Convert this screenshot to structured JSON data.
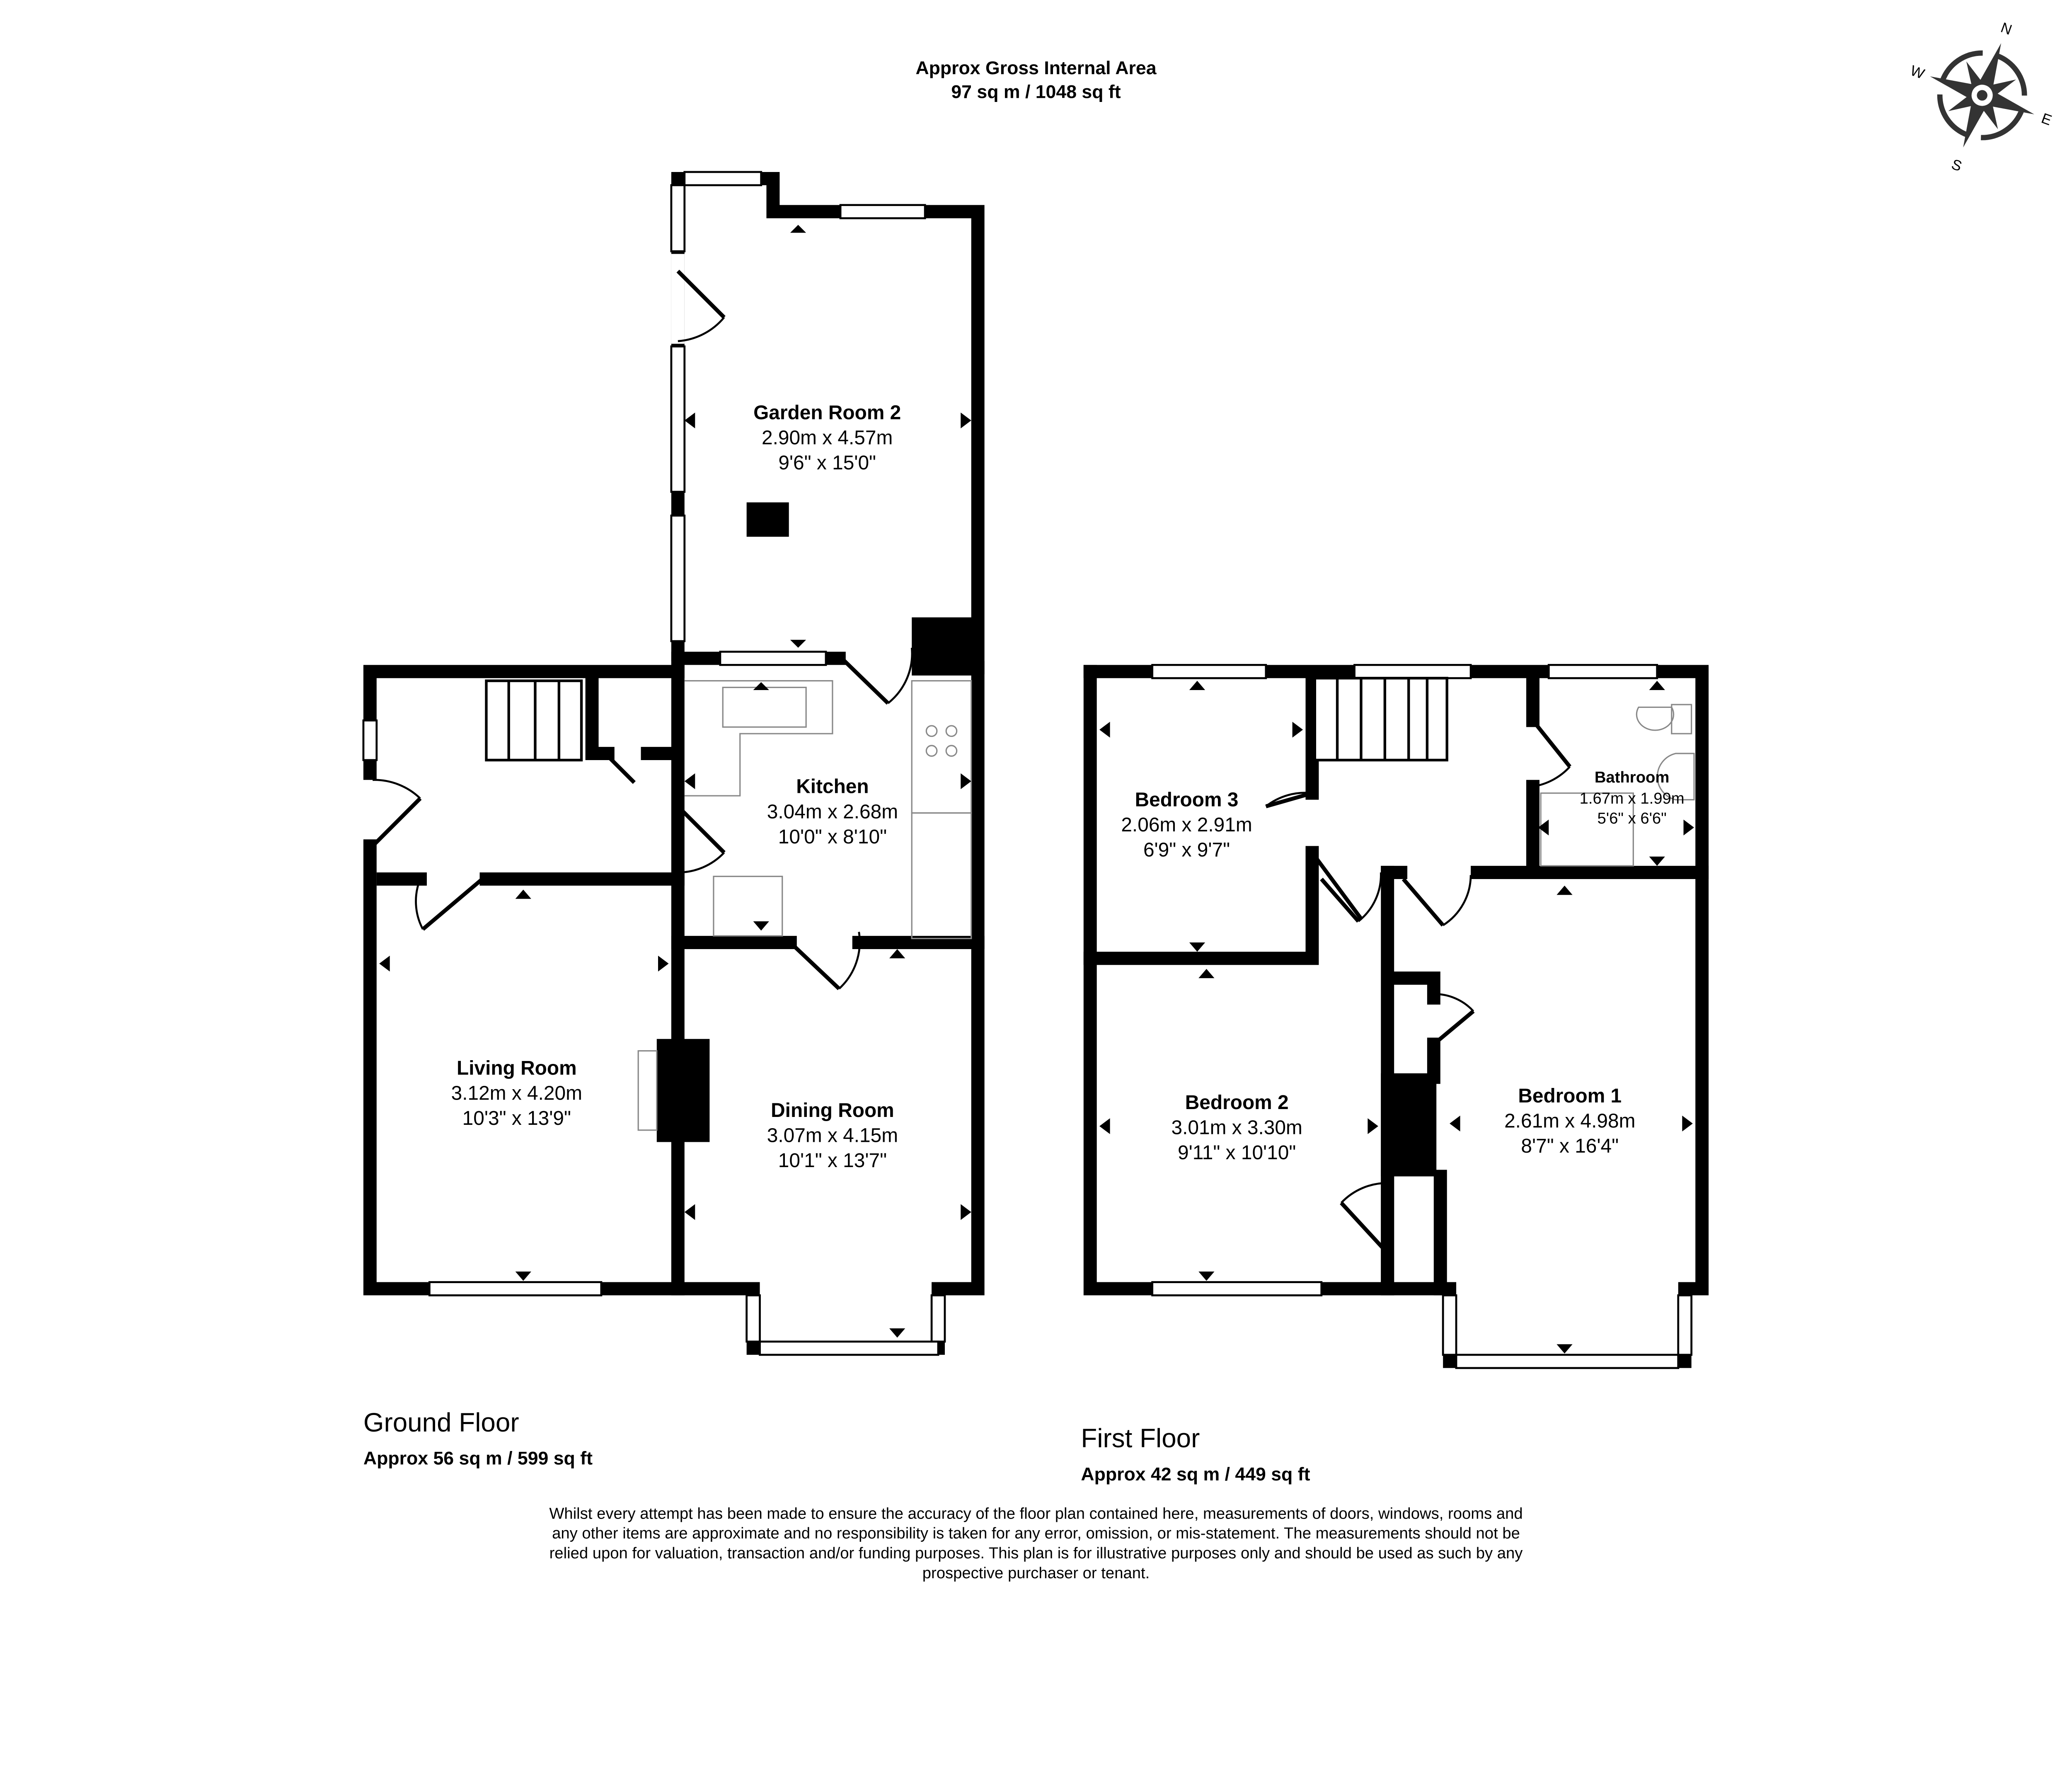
{
  "header": {
    "title": "Approx Gross Internal Area",
    "total": "97 sq m / 1048 sq ft"
  },
  "compass": {
    "n": "N",
    "e": "E",
    "s": "S",
    "w": "W",
    "color": "#333333"
  },
  "ground_floor": {
    "title": "Ground Floor",
    "area": "Approx 56 sq m / 599 sq ft",
    "rooms": [
      {
        "name": "Garden Room 2",
        "metric": "2.90m x 4.57m",
        "imperial": "9'6\" x 15'0\""
      },
      {
        "name": "Kitchen",
        "metric": "3.04m x 2.68m",
        "imperial": "10'0\" x 8'10\""
      },
      {
        "name": "Living Room",
        "metric": "3.12m x 4.20m",
        "imperial": "10'3\" x 13'9\""
      },
      {
        "name": "Dining Room",
        "metric": "3.07m x 4.15m",
        "imperial": "10'1\" x 13'7\""
      }
    ]
  },
  "first_floor": {
    "title": "First Floor",
    "area": "Approx 42 sq m / 449 sq ft",
    "rooms": [
      {
        "name": "Bedroom 3",
        "metric": "2.06m x 2.91m",
        "imperial": "6'9\" x 9'7\""
      },
      {
        "name": "Bathroom",
        "metric": "1.67m x 1.99m",
        "imperial": "5'6\" x 6'6\""
      },
      {
        "name": "Bedroom 2",
        "metric": "3.01m x 3.30m",
        "imperial": "9'11\" x 10'10\""
      },
      {
        "name": "Bedroom 1",
        "metric": "2.61m x 4.98m",
        "imperial": "8'7\" x 16'4\""
      }
    ]
  },
  "disclaimer": [
    "Whilst every attempt has been made to ensure the accuracy of the floor plan contained here, measurements of doors, windows, rooms and",
    "any other items are approximate and no responsibility is taken for any error, omission, or mis-statement. The measurements should not be",
    "relied upon for valuation, transaction and/or funding purposes. This plan is for illustrative purposes only and should be used as such by any",
    "prospective purchaser or tenant."
  ]
}
